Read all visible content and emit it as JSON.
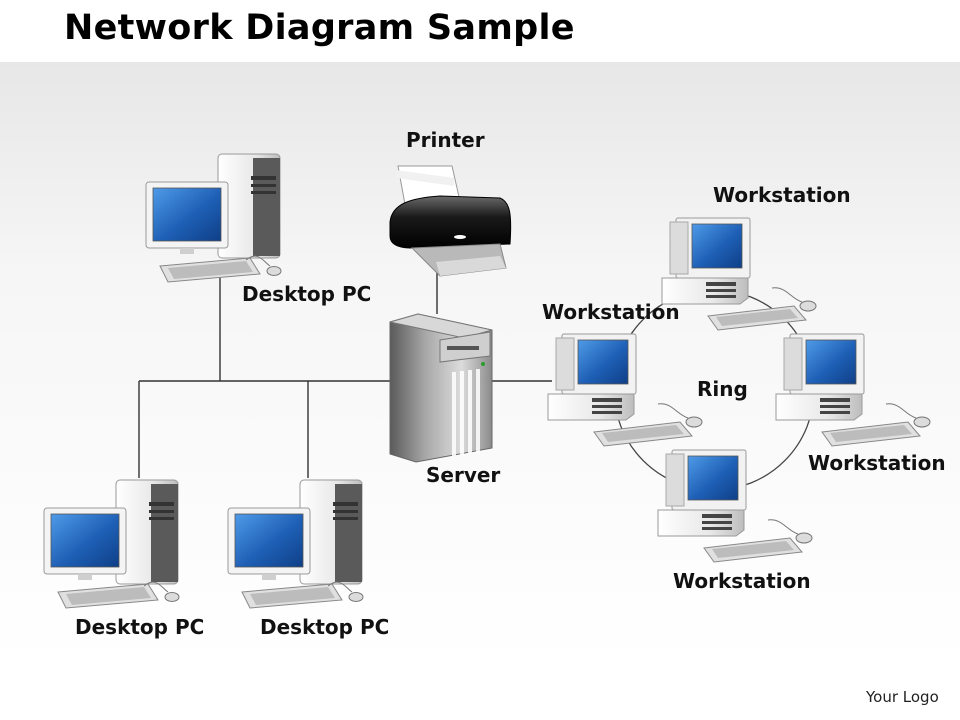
{
  "title": "Network Diagram Sample",
  "labels": {
    "printer": "Printer",
    "server": "Server",
    "desktop_top": "Desktop PC",
    "desktop_bottom_left": "Desktop PC",
    "desktop_bottom_mid": "Desktop PC",
    "ring": "Ring",
    "workstation_top": "Workstation",
    "workstation_left": "Workstation",
    "workstation_right": "Workstation",
    "workstation_bottom": "Workstation"
  },
  "logo": "Your Logo",
  "colors": {
    "screen": "#1f63b8",
    "line": "#333333",
    "case": "#e4e4e4"
  }
}
